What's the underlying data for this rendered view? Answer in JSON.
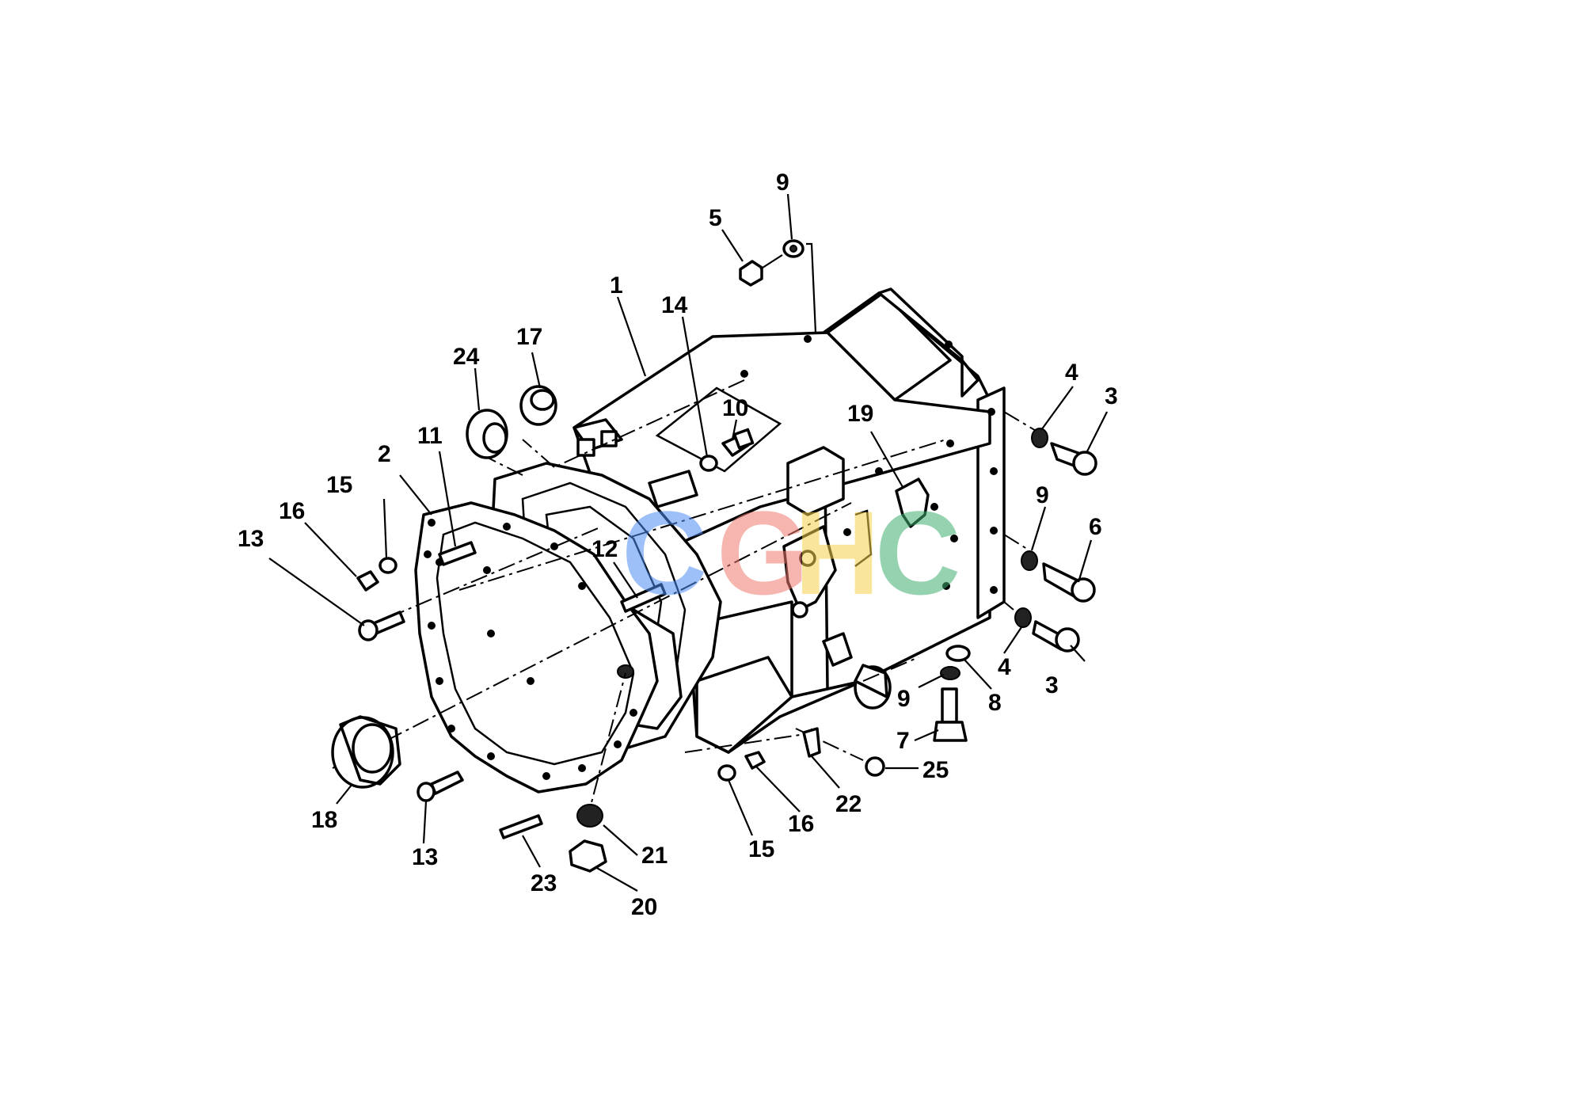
{
  "watermark": {
    "letters": [
      {
        "char": "C",
        "color": "#4f8df5"
      },
      {
        "char": "G",
        "color": "#f07b6e"
      },
      {
        "char": "H",
        "color": "#f7d14d"
      },
      {
        "char": "C",
        "color": "#3fae6e"
      }
    ]
  },
  "callouts": [
    {
      "id": "1",
      "text": "1"
    },
    {
      "id": "2",
      "text": "2"
    },
    {
      "id": "3a",
      "text": "3"
    },
    {
      "id": "3b",
      "text": "3"
    },
    {
      "id": "4a",
      "text": "4"
    },
    {
      "id": "4b",
      "text": "4"
    },
    {
      "id": "5",
      "text": "5"
    },
    {
      "id": "6",
      "text": "6"
    },
    {
      "id": "7",
      "text": "7"
    },
    {
      "id": "8",
      "text": "8"
    },
    {
      "id": "9a",
      "text": "9"
    },
    {
      "id": "9b",
      "text": "9"
    },
    {
      "id": "9c",
      "text": "9"
    },
    {
      "id": "10",
      "text": "10"
    },
    {
      "id": "11",
      "text": "11"
    },
    {
      "id": "12",
      "text": "12"
    },
    {
      "id": "13a",
      "text": "13"
    },
    {
      "id": "13b",
      "text": "13"
    },
    {
      "id": "14",
      "text": "14"
    },
    {
      "id": "15a",
      "text": "15"
    },
    {
      "id": "15b",
      "text": "15"
    },
    {
      "id": "16a",
      "text": "16"
    },
    {
      "id": "16b",
      "text": "16"
    },
    {
      "id": "17",
      "text": "17"
    },
    {
      "id": "18",
      "text": "18"
    },
    {
      "id": "19",
      "text": "19"
    },
    {
      "id": "20",
      "text": "20"
    },
    {
      "id": "21",
      "text": "21"
    },
    {
      "id": "22",
      "text": "22"
    },
    {
      "id": "23",
      "text": "23"
    },
    {
      "id": "24",
      "text": "24"
    },
    {
      "id": "25",
      "text": "25"
    }
  ]
}
